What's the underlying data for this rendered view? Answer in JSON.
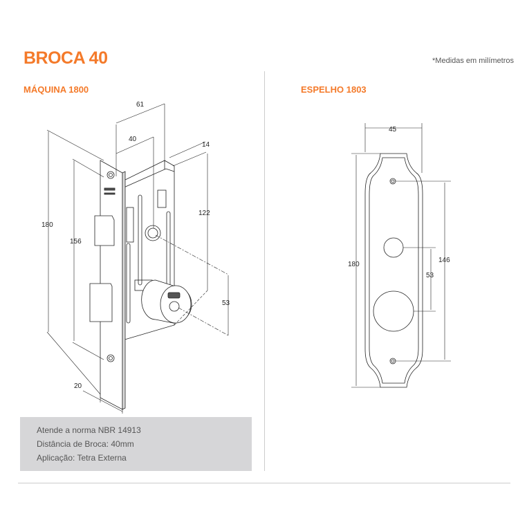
{
  "header": {
    "title": "BROCA 40",
    "note": "*Medidas em milímetros"
  },
  "machine": {
    "title": "MÁQUINA 1800",
    "dims": {
      "width": "61",
      "backset": "40",
      "depth": "14",
      "height": "180",
      "faceplate": "156",
      "upper": "122",
      "lower": "53",
      "face_width": "20"
    }
  },
  "plate": {
    "title": "ESPELHO 1803",
    "dims": {
      "width": "45",
      "height": "180",
      "holes": "146",
      "spacing": "53"
    }
  },
  "info": {
    "lines": [
      "Atende a norma NBR 14913",
      "Distância de Broca: 40mm",
      "Aplicação: Tetra Externa"
    ]
  },
  "colors": {
    "accent": "#f47a2a",
    "infobox": "#d6d6d8"
  }
}
